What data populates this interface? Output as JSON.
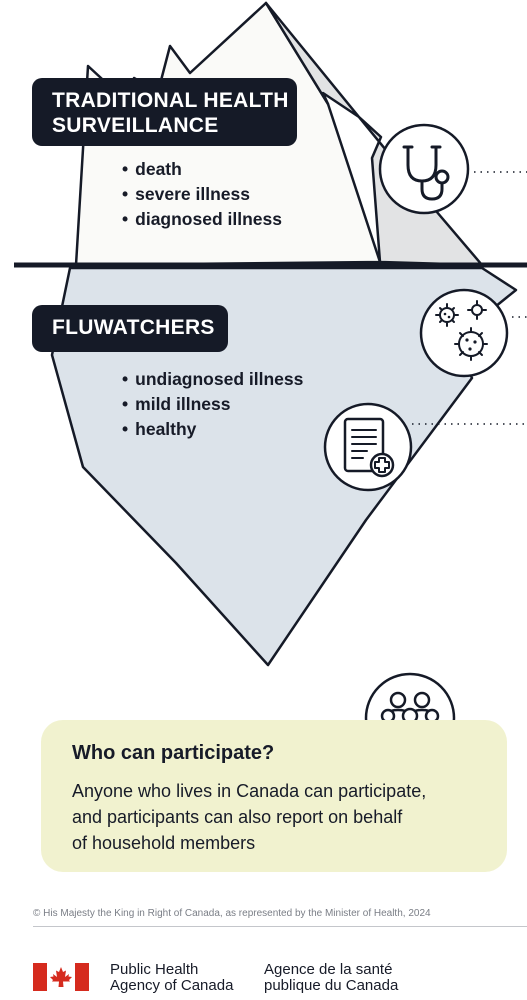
{
  "traditional": {
    "title_line1": "TRADITIONAL HEALTH",
    "title_line2": "SURVEILLANCE",
    "items": [
      "death",
      "severe illness",
      "diagnosed illness"
    ]
  },
  "fluwatchers": {
    "title": "FLUWATCHERS",
    "items": [
      "undiagnosed illness",
      "mild illness",
      "healthy"
    ]
  },
  "icons": [
    "stethoscope-icon",
    "virus-icon",
    "medical-report-icon",
    "group-of-people-icon"
  ],
  "participate": {
    "title": "Who can participate?",
    "line1": "Anyone who lives in Canada can participate,",
    "line2": "and participants can also report on behalf",
    "line3": "of household members"
  },
  "footer": {
    "copyright": "© His Majesty the King in Right of Canada, as represented by the Minister of Health, 2024",
    "agency_en_line1": "Public Health",
    "agency_en_line2": "Agency of Canada",
    "agency_fr_line1": "Agence de la santé",
    "agency_fr_line2": "publique du Canada"
  },
  "colors": {
    "navy": "#151a27",
    "iceberg_top": "#fafaf8",
    "iceberg_shadow": "#e2e3e4",
    "iceberg_underwater": "#dce3ea",
    "participate_bg": "#f1f2cf",
    "canada_red": "#d52b1e"
  }
}
